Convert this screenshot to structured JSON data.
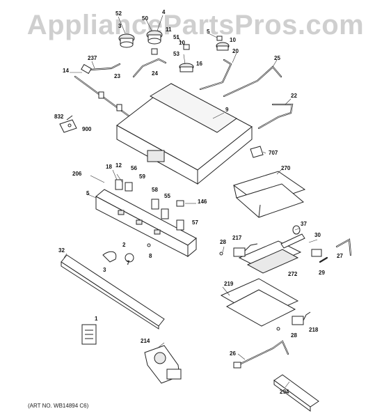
{
  "watermark": "AppliancePartsPros.com",
  "art_number": "(ART NO. WB14894 C6)",
  "part_labels": [
    "52",
    "50",
    "4",
    "3",
    "11",
    "51",
    "5",
    "10",
    "10",
    "237",
    "53",
    "16",
    "20",
    "25",
    "14",
    "23",
    "24",
    "9",
    "22",
    "832",
    "900",
    "707",
    "270",
    "206",
    "18",
    "12",
    "56",
    "59",
    "5",
    "58",
    "55",
    "146",
    "57",
    "37",
    "28",
    "217",
    "30",
    "27",
    "29",
    "272",
    "32",
    "2",
    "7",
    "3",
    "8",
    "219",
    "1",
    "28",
    "218",
    "214",
    "26",
    "294"
  ],
  "icons": [
    "burner-head-icon",
    "orifice-hood-icon",
    "gas-manifold-icon",
    "burner-box-icon",
    "igniter-icon",
    "bake-burner-icon",
    "broil-burner-icon",
    "regulator-icon",
    "drip-pan-icon"
  ]
}
